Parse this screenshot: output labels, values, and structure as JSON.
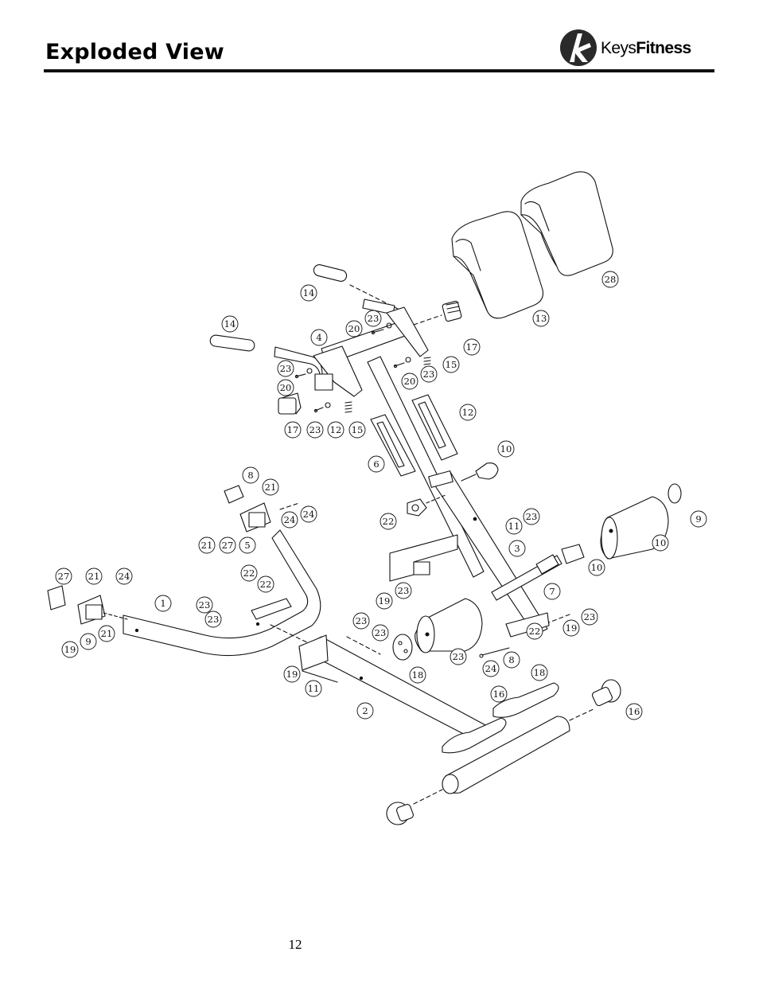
{
  "header": {
    "title": "Exploded View",
    "brand": {
      "prefix": "Keys",
      "suffix": "Fitness",
      "logo_icon": "keys-fitness-logo-icon"
    }
  },
  "footer": {
    "page_number": "12"
  },
  "colors": {
    "ink": "#111111",
    "paper": "#ffffff",
    "pad_fill": "#ffffff"
  },
  "diagram": {
    "callouts": [
      "28",
      "13",
      "14",
      "23",
      "20",
      "4",
      "17",
      "15",
      "14",
      "23",
      "20",
      "23",
      "15",
      "17",
      "20",
      "23",
      "12",
      "12",
      "6",
      "10",
      "8",
      "21",
      "24",
      "21",
      "24",
      "27",
      "5",
      "22",
      "23",
      "11",
      "9",
      "3",
      "10",
      "10",
      "27",
      "21",
      "24",
      "1",
      "22",
      "23",
      "22",
      "23",
      "7",
      "22",
      "23",
      "23",
      "19",
      "23",
      "19",
      "8",
      "24",
      "21",
      "9",
      "19",
      "23",
      "11",
      "18",
      "23",
      "19",
      "2",
      "18",
      "16",
      "16"
    ]
  }
}
